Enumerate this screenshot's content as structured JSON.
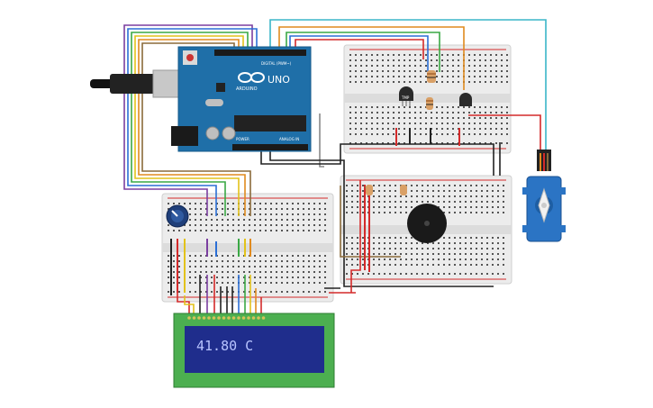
{
  "arduino": {
    "brand": "ARDUINO",
    "model": "UNO",
    "header_left": "DIGITAL (PWM~)",
    "header_power": "POWER",
    "header_analog": "ANALOG IN",
    "board_color": "#1f6fa8"
  },
  "lcd": {
    "display_text": "41.80 C",
    "board_color": "#4caf50",
    "screen_color": "#1f2d8c"
  },
  "components": {
    "temp_sensor_label": "TMP",
    "buzzer": "buzzer",
    "servo": "servo"
  },
  "colors": {
    "wire_purple": "#7b3fa0",
    "wire_blue": "#2b6fd6",
    "wire_green": "#3aa845",
    "wire_yellow": "#e2c21a",
    "wire_orange": "#e08a1e",
    "wire_red": "#d42a2a",
    "wire_black": "#222222",
    "wire_cyan": "#3ab6c8",
    "wire_brown": "#8a6a3a",
    "wire_gray": "#888888",
    "breadboard": "#ececec"
  }
}
